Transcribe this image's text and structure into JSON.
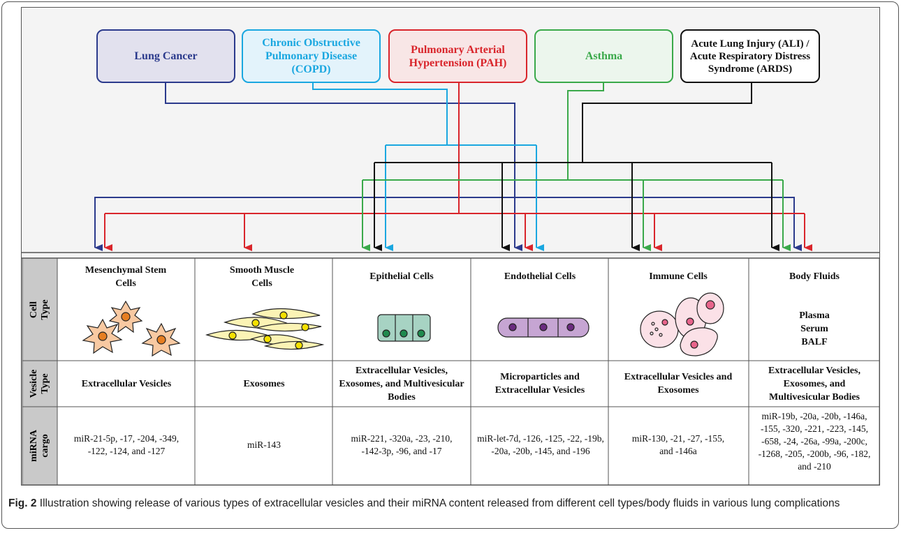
{
  "diseases": [
    {
      "label": "Lung Cancer",
      "color": "#2b3a8c",
      "fill": "#e2e1ee",
      "text": "#2b3a8c"
    },
    {
      "label": "Chronic Obstructive Pulmonary Disease (COPD)",
      "color": "#1aa7e0",
      "fill": "#e3f3fb",
      "text": "#1aa7e0"
    },
    {
      "label": "Pulmonary Arterial Hypertension (PAH)",
      "color": "#d9252b",
      "fill": "#f8e6e6",
      "text": "#d9252b"
    },
    {
      "label": "Asthma",
      "color": "#3aa94a",
      "fill": "#ecf6ed",
      "text": "#3aa94a"
    },
    {
      "label": "Acute Lung Injury (ALI) / Acute Respiratory Distress Syndrome (ARDS)",
      "color": "#111111",
      "fill": "#ffffff",
      "text": "#111111"
    }
  ],
  "row_labels": {
    "cell_type": "Cell Type",
    "vesicle_type": "Vesicle Type",
    "mirna_cargo": "miRNA cargo"
  },
  "columns": [
    {
      "header": "Mesenchymal Stem Cells",
      "vesicle": "Extracellular Vesicles",
      "mirna": "miR-21-5p, -17, -204, -349, -122, -124, and -127",
      "icon": "mesenchymal-stem-cell-icon"
    },
    {
      "header": "Smooth Muscle Cells",
      "vesicle": "Exosomes",
      "mirna": "miR-143",
      "icon": "smooth-muscle-cell-icon"
    },
    {
      "header": "Epithelial Cells",
      "vesicle": "Extracellular Vesicles, Exosomes, and Multivesicular Bodies",
      "mirna": "miR-221, -320a, -23, -210, -142-3p, -96, and -17",
      "icon": "epithelial-cell-icon"
    },
    {
      "header": "Endothelial Cells",
      "vesicle": "Microparticles and Extracellular Vesicles",
      "mirna": "miR-let-7d, -126, -125, -22, -19b, -20a, -20b, -145, and -196",
      "icon": "endothelial-cell-icon"
    },
    {
      "header": "Immune Cells",
      "vesicle": "Extracellular Vesicles and Exosomes",
      "mirna": "miR-130, -21, -27, -155, and -146a",
      "icon": "immune-cell-icon"
    },
    {
      "header": "Body Fluids",
      "vesicle": "Extracellular Vesicles, Exosomes, and Multivesicular Bodies",
      "mirna": "miR-19b, -20a, -20b, -146a, -155, -320, -221, -223, -145, -658, -24, -26a, -99a, -200c, -1268, -205, -200b, -96, -182, and -210",
      "icon": "body-fluid-icon",
      "fluids": [
        "Plasma",
        "Serum",
        "BALF"
      ]
    }
  ],
  "caption": {
    "label": "Fig. 2",
    "text": "Illustration showing release of various types of extracellular vesicles and their miRNA content released from different cell types/body fluids in various lung complications"
  }
}
